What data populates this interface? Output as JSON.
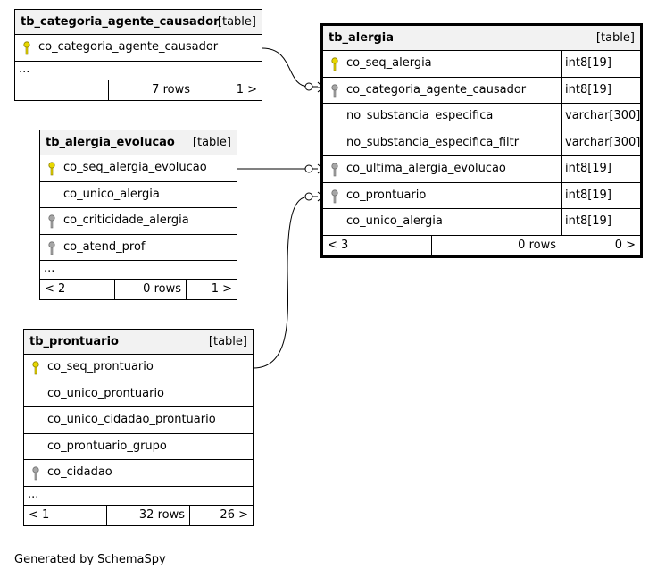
{
  "tables": {
    "categoria": {
      "name": "tb_categoria_agente_causador",
      "type_label": "[table]",
      "columns": [
        {
          "name": "co_categoria_agente_causador",
          "key": "pk"
        }
      ],
      "ellipsis": "...",
      "footer": {
        "left": "",
        "rows": "7 rows",
        "right": "1 >"
      }
    },
    "evolucao": {
      "name": "tb_alergia_evolucao",
      "type_label": "[table]",
      "columns": [
        {
          "name": "co_seq_alergia_evolucao",
          "key": "pk"
        },
        {
          "name": "co_unico_alergia",
          "key": ""
        },
        {
          "name": "co_criticidade_alergia",
          "key": "fk"
        },
        {
          "name": "co_atend_prof",
          "key": "fk"
        }
      ],
      "ellipsis": "...",
      "footer": {
        "left": "< 2",
        "rows": "0 rows",
        "right": "1 >"
      }
    },
    "prontuario": {
      "name": "tb_prontuario",
      "type_label": "[table]",
      "columns": [
        {
          "name": "co_seq_prontuario",
          "key": "pk"
        },
        {
          "name": "co_unico_prontuario",
          "key": ""
        },
        {
          "name": "co_unico_cidadao_prontuario",
          "key": ""
        },
        {
          "name": "co_prontuario_grupo",
          "key": ""
        },
        {
          "name": "co_cidadao",
          "key": "fk"
        }
      ],
      "ellipsis": "...",
      "footer": {
        "left": "< 1",
        "rows": "32 rows",
        "right": "26 >"
      }
    },
    "alergia": {
      "name": "tb_alergia",
      "type_label": "[table]",
      "columns": [
        {
          "name": "co_seq_alergia",
          "key": "pk",
          "type": "int8[19]"
        },
        {
          "name": "co_categoria_agente_causador",
          "key": "fk",
          "type": "int8[19]"
        },
        {
          "name": "no_substancia_especifica",
          "key": "",
          "type": "varchar[300]"
        },
        {
          "name": "no_substancia_especifica_filtr",
          "key": "",
          "type": "varchar[300]"
        },
        {
          "name": "co_ultima_alergia_evolucao",
          "key": "fk",
          "type": "int8[19]"
        },
        {
          "name": "co_prontuario",
          "key": "fk",
          "type": "int8[19]"
        },
        {
          "name": "co_unico_alergia",
          "key": "",
          "type": "int8[19]"
        }
      ],
      "footer": {
        "left": "< 3",
        "rows": "0 rows",
        "right": "0 >"
      }
    }
  },
  "colors": {
    "pk_key": "#e8d800",
    "fk_key": "#a6a6a6",
    "header_bg": "#f2f2f2"
  },
  "footer_note": "Generated by SchemaSpy"
}
